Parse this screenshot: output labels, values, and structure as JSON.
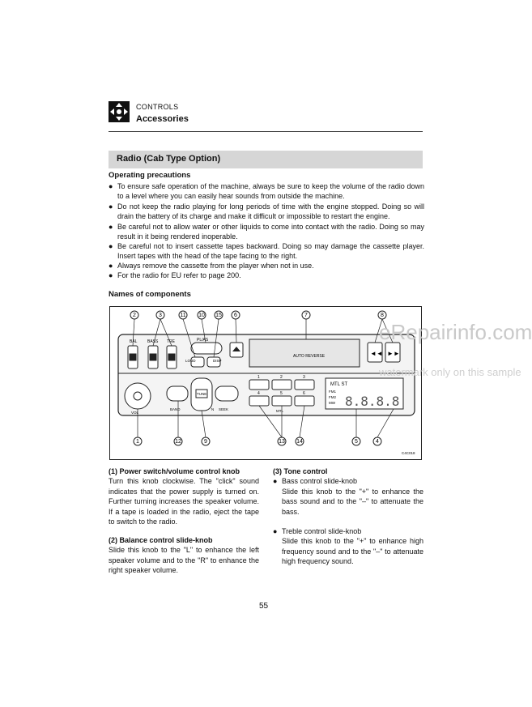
{
  "header": {
    "section": "CONTROLS",
    "title": "Accessories"
  },
  "section_title": "Radio (Cab Type Option)",
  "precautions": {
    "heading": "Operating precautions",
    "items": [
      "To ensure safe operation of the machine, always be sure to keep the volume of the radio down to a level where you can easily hear sounds from outside the machine.",
      "Do not keep the radio playing for long periods of time with the engine stopped. Doing so will drain the battery of its charge and make it difficult or impossible to restart the engine.",
      "Be careful not to allow water or other liquids to come into contact with the radio. Doing so may result in it being rendered inoperable.",
      "Be careful not to insert cassette tapes backward. Doing so may damage the cassette player. Insert tapes with the head of the tape facing to the right.",
      "Always remove the cassette from the player when not in use.",
      "For the radio for EU refer to page 200."
    ]
  },
  "components_heading": "Names of components",
  "figure": {
    "callouts_top": [
      "2",
      "3",
      "11",
      "10",
      "15",
      "6",
      "7",
      "8"
    ],
    "callouts_bottom": [
      "1",
      "12",
      "9",
      "13",
      "14",
      "5",
      "4"
    ],
    "labels": {
      "bal": "BAL",
      "bass": "BASS",
      "tre": "TRE",
      "pl_as": "PL/AS",
      "loud": "LOUD",
      "disp": "DISP",
      "auto_reverse": "AUTO REVERSE",
      "tune": "TUNE",
      "band": "BAND",
      "vol": "VOL",
      "seek": "SEEK",
      "n": "N",
      "mtl_btn": "MTL",
      "fm1": "FM1",
      "fm2": "FM2",
      "mw": "MW",
      "indicators": "MTL ST",
      "presets": [
        "1",
        "2",
        "3",
        "4",
        "5",
        "6"
      ],
      "code": "C4C018"
    }
  },
  "descriptions": {
    "left": [
      {
        "heading": "(1) Power switch/volume control knob",
        "text": "Turn this knob clockwise. The \"click\" sound indicates that the power supply is turned on. Further turning increases the speaker volume. If a tape is loaded in the radio, eject the tape to switch to the radio."
      },
      {
        "heading": "(2) Balance control slide-knob",
        "text": "Slide this knob to the \"L\" to enhance the left speaker volume and to the \"R\" to enhance the right speaker volume."
      }
    ],
    "right": {
      "heading": "(3) Tone control",
      "items": [
        {
          "title": "Bass control slide-knob",
          "text": "Slide this knob to the \"+\" to enhance the bass sound and to the \"–\" to attenuate the bass."
        },
        {
          "title": "Treble control slide-knob",
          "text": "Slide this knob to the \"+\" to enhance high frequency sound and to the \"–\" to attenuate high frequency sound."
        }
      ]
    }
  },
  "page_number": "55",
  "watermark": {
    "line1": "eRepairinfo.com",
    "line2": "watermark only on this sample"
  }
}
